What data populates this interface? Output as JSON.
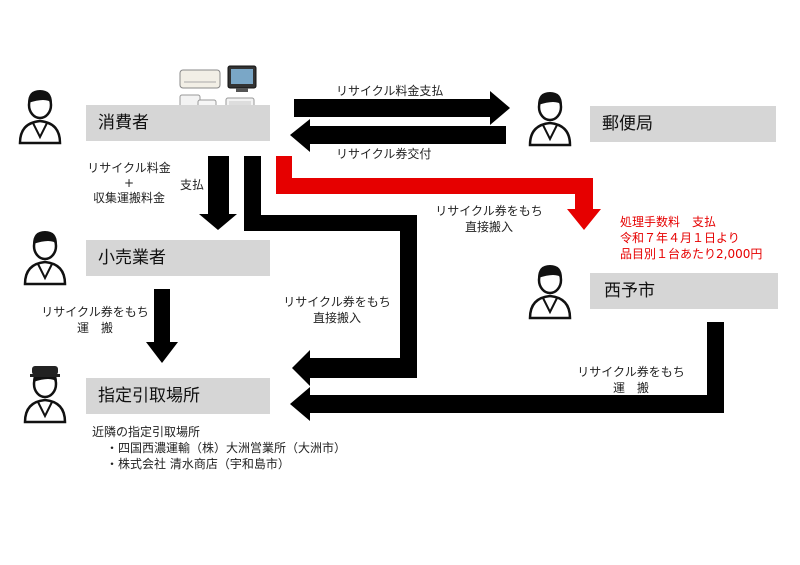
{
  "nodes": {
    "consumer": "消費者",
    "post_office": "郵便局",
    "retailer": "小売業者",
    "designated_site": "指定引取場所",
    "city": "西予市"
  },
  "arrows": {
    "fee_payment": "リサイクル料金支払",
    "ticket_issue": "リサイクル券交付",
    "consumer_fee_1": "リサイクル料金",
    "consumer_fee_plus": "+",
    "consumer_fee_2": "収集運搬料金",
    "consumer_pay": "支払",
    "to_city_1": "リサイクル券をもち",
    "to_city_2": "直接搬入",
    "retailer_carry_1": "リサイクル券をもち",
    "retailer_carry_2": "運　搬",
    "direct_site_1": "リサイクル券をもち",
    "direct_site_2": "直接搬入",
    "city_carry_1": "リサイクル券をもち",
    "city_carry_2": "運　搬"
  },
  "city_fee": {
    "line1": "処理手数料　支払",
    "line2": "令和７年４月１日より",
    "line3": "品目別１台あたり2,000円"
  },
  "nearby": {
    "title": "近隣の指定引取場所",
    "item1": "・四国西濃運輸（株）大洲営業所（大洲市）",
    "item2": "・株式会社 清水商店（宇和島市）"
  },
  "colors": {
    "arrow": "#000000",
    "highlight_arrow": "#e60000",
    "node_bg": "#d6d6d6"
  }
}
